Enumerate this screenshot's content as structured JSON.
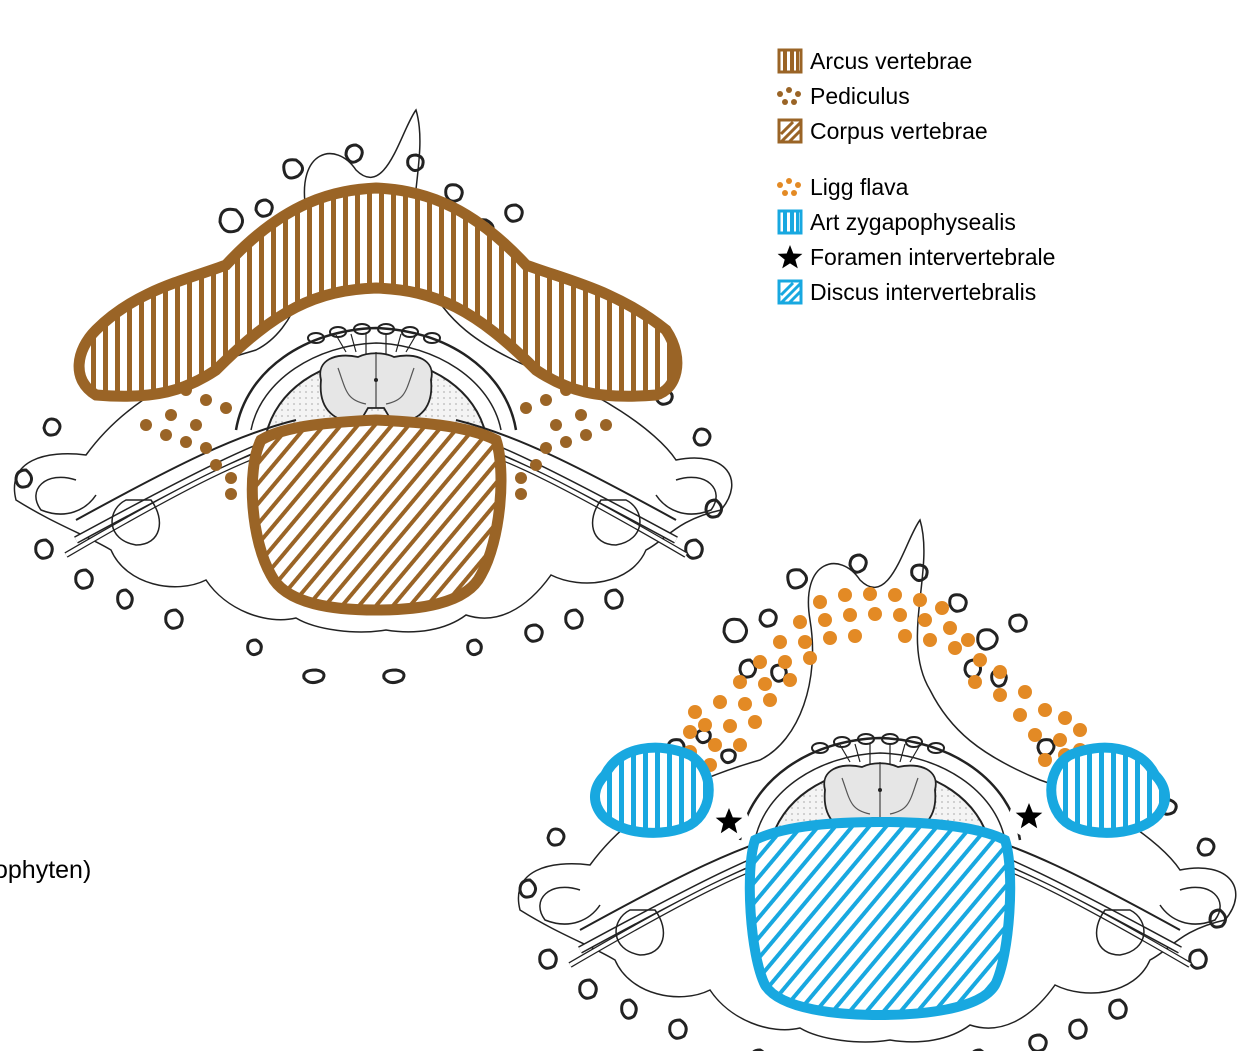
{
  "legend": {
    "items": [
      {
        "label": "Arcus vertebrae",
        "icon": "vertical-stripes-square-icon",
        "color": "#9a6426"
      },
      {
        "label": "Pediculus",
        "icon": "dots-icon",
        "color": "#9a6426"
      },
      {
        "label": "Corpus vertebrae",
        "icon": "diagonal-stripes-square-icon",
        "color": "#9a6426"
      },
      {
        "label": "Ligg flava",
        "icon": "dots-icon",
        "color": "#e38a25"
      },
      {
        "label": "Art zygapophysealis",
        "icon": "vertical-stripes-square-icon",
        "color": "#18a8e0"
      },
      {
        "label": "Foramen intervertebrale",
        "icon": "star-icon",
        "color": "#000000"
      },
      {
        "label": "Discus intervertebralis",
        "icon": "diagonal-stripes-square-icon",
        "color": "#18a8e0"
      }
    ]
  },
  "side_text": "ophyten)",
  "colors": {
    "bone": "#9a6426",
    "ligament": "#e38a25",
    "joint": "#18a8e0",
    "line": "#222222"
  }
}
